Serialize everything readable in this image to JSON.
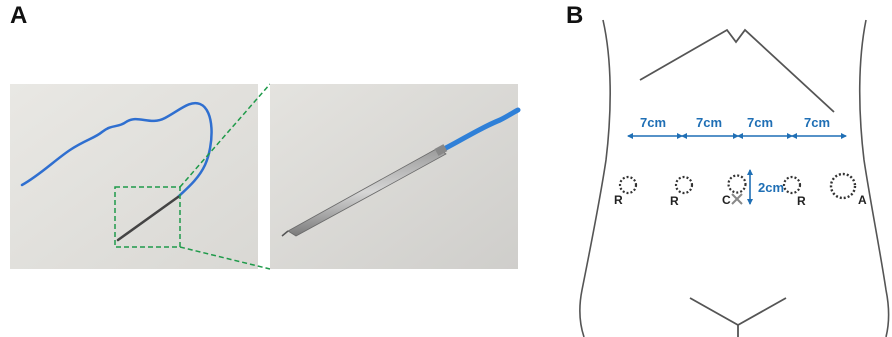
{
  "panels": {
    "a": {
      "label": "A"
    },
    "b": {
      "label": "B"
    }
  },
  "dimensions": {
    "spacing_1": "7cm",
    "spacing_2": "7cm",
    "spacing_3": "7cm",
    "spacing_4": "7cm",
    "offset": "2cm"
  },
  "ports": {
    "p1": "R",
    "p2": "R",
    "p3": "C",
    "p4": "R",
    "p5": "A"
  },
  "colors": {
    "needle_wire": "#2f6fd0",
    "zoom_box": "#1f9a4a",
    "dimension": "#1f6fb5",
    "outline": "#555555"
  }
}
